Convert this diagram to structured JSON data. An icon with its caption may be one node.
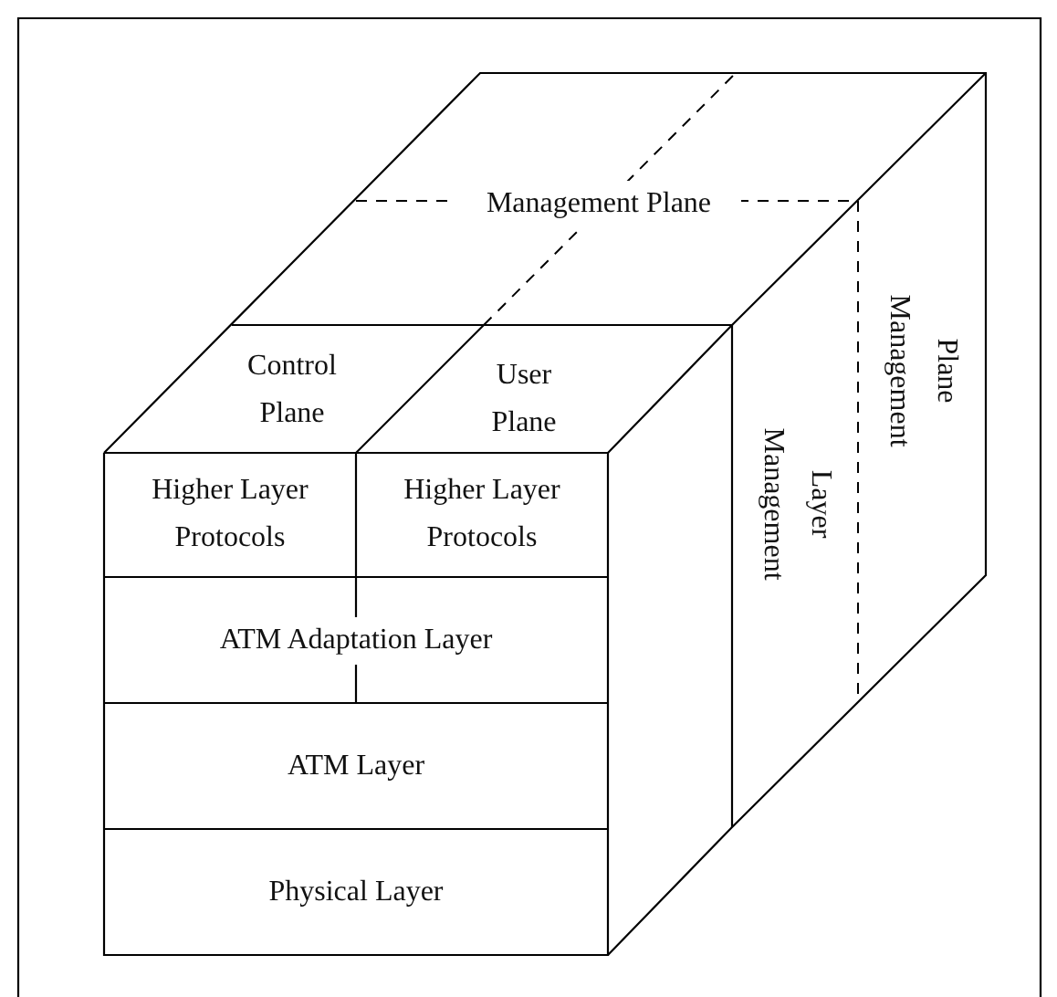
{
  "diagram": {
    "nodes": [
      {
        "text": [
          "Management Plane"
        ]
      },
      {
        "text": [
          "Control Plane"
        ]
      },
      {
        "text": [
          "User Plane"
        ]
      },
      {
        "text": [
          "Higher Layer Protocols"
        ]
      },
      {
        "text": [
          "Higher Layer Protocols"
        ]
      },
      {
        "text": [
          "ATM Adaptation Layer"
        ]
      },
      {
        "text": [
          "ATM Layer"
        ]
      },
      {
        "text": [
          "Physical Layer"
        ]
      },
      {
        "text": [
          "Layer Management"
        ]
      },
      {
        "text": [
          "Plane Management"
        ]
      }
    ]
  }
}
